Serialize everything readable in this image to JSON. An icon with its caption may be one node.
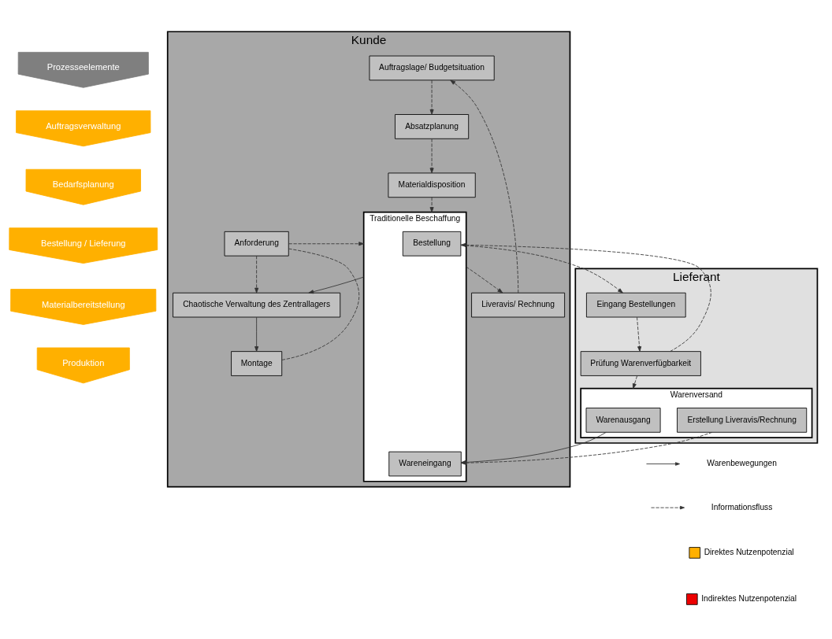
{
  "diagram": {
    "nodes": [
      {
        "text": [
          "Prozesseelemente"
        ]
      },
      {
        "text": [
          "Auftragsverwaltung"
        ]
      },
      {
        "text": [
          "Bedarfsplanung"
        ]
      },
      {
        "text": [
          "Bestellung / Lieferung"
        ]
      },
      {
        "text": [
          "Materialbereitstellung"
        ]
      },
      {
        "text": [
          "Produktion"
        ]
      },
      {
        "text": [
          "Kunde"
        ]
      },
      {
        "text": [
          "Auftragslage/ Budgetsituation"
        ],
        "in": 6
      },
      {
        "text": [
          "Absatzplanung"
        ],
        "in": 6
      },
      {
        "text": [
          "Materialdisposition"
        ],
        "in": 6
      },
      {
        "text": [
          "Liveravis/ Rechnung"
        ],
        "in": 6
      },
      {
        "text": [
          "Traditionelle Beschaffung"
        ],
        "in": 6
      },
      {
        "text": [
          "Bestellung"
        ],
        "in": 11
      },
      {
        "text": [
          "Wareneingang"
        ],
        "in": 11
      },
      {
        "text": [
          "Anforderung"
        ],
        "in": 6
      },
      {
        "text": [
          "Chaotische Verwaltung des Zentrallagers"
        ],
        "in": 6
      },
      {
        "text": [
          "Montage"
        ],
        "in": 6
      },
      {
        "text": [
          "Lieferant"
        ]
      },
      {
        "text": [
          "Eingang Bestellungen"
        ],
        "in": 17
      },
      {
        "text": [
          "Prüfung Warenverfügbarkeit"
        ],
        "in": 17
      },
      {
        "text": [
          "Warenversand"
        ],
        "in": 17
      },
      {
        "text": [
          "Warenausgang"
        ],
        "in": 20
      },
      {
        "text": [
          "Erstellung Liveravis/Rechnung"
        ],
        "in": 20
      }
    ],
    "edges": [
      {
        "from": 7,
        "to": 8,
        "arrow": "to",
        "style": "dashed"
      },
      {
        "from": 8,
        "to": 9,
        "arrow": "to",
        "style": "dashed"
      },
      {
        "from": 9,
        "to": 11,
        "arrow": "to",
        "style": "dashed"
      },
      {
        "from": 10,
        "to": 7,
        "arrow": "to",
        "style": "dashed"
      },
      {
        "from": 11,
        "to": 10,
        "arrow": "to",
        "style": "dashed"
      },
      {
        "from": 14,
        "to": 11,
        "arrow": "to",
        "style": "dashed"
      },
      {
        "from": 14,
        "to": 15,
        "arrow": "to",
        "style": "dashed"
      },
      {
        "from": 16,
        "to": 14,
        "arrow": "none",
        "style": "dashed"
      },
      {
        "from": 11,
        "to": 15,
        "arrow": "to"
      },
      {
        "from": 15,
        "to": 16,
        "arrow": "to"
      },
      {
        "from": 12,
        "to": 18,
        "arrow": "to",
        "style": "dashed"
      },
      {
        "from": 18,
        "to": 19,
        "arrow": "to",
        "style": "dashed"
      },
      {
        "from": 19,
        "to": 12,
        "arrow": "to",
        "style": "dashed"
      },
      {
        "from": 19,
        "to": 20,
        "arrow": "to",
        "style": "dashed"
      },
      {
        "from": 21,
        "to": 13,
        "arrow": "to"
      },
      {
        "from": 22,
        "to": 13,
        "arrow": "to",
        "style": "dashed"
      }
    ],
    "legend": [
      {
        "text": "Warenbewegungen"
      },
      {
        "text": "Informationsfluss"
      },
      {
        "text": "Direktes Nutzenpotenzial",
        "color": "#ffb000"
      },
      {
        "text": "Indirektes Nutzenpotenzial",
        "color": "#ee0000"
      }
    ]
  }
}
